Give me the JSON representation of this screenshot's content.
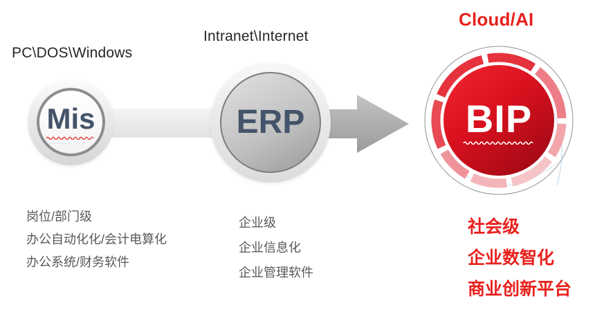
{
  "title": "Evolution diagram: Mis to ERP to BIP",
  "stages": [
    {
      "id": "mis",
      "era_label": "PC\\DOS\\Windows",
      "circle_label": "Mis",
      "features": [
        "岗位/部门级",
        "办公自动化化/会计电算化",
        "办公系统/财务软件"
      ]
    },
    {
      "id": "erp",
      "era_label": "Intranet\\Internet",
      "circle_label": "ERP",
      "features": [
        "企业级",
        "企业信息化",
        "企业管理软件"
      ]
    },
    {
      "id": "bip",
      "era_label": "Cloud/AI",
      "circle_label": "BIP",
      "features": [
        "社会级",
        "企业数智化",
        "商业创新平台"
      ]
    }
  ],
  "colors": {
    "accent_red": "#e8211d",
    "bip_red_light": "#ef2430",
    "bip_red_dark": "#9d0a14",
    "slate_text": "#44546a",
    "gray_text": "#595959",
    "arrow_gray": "#a8a8a8"
  }
}
